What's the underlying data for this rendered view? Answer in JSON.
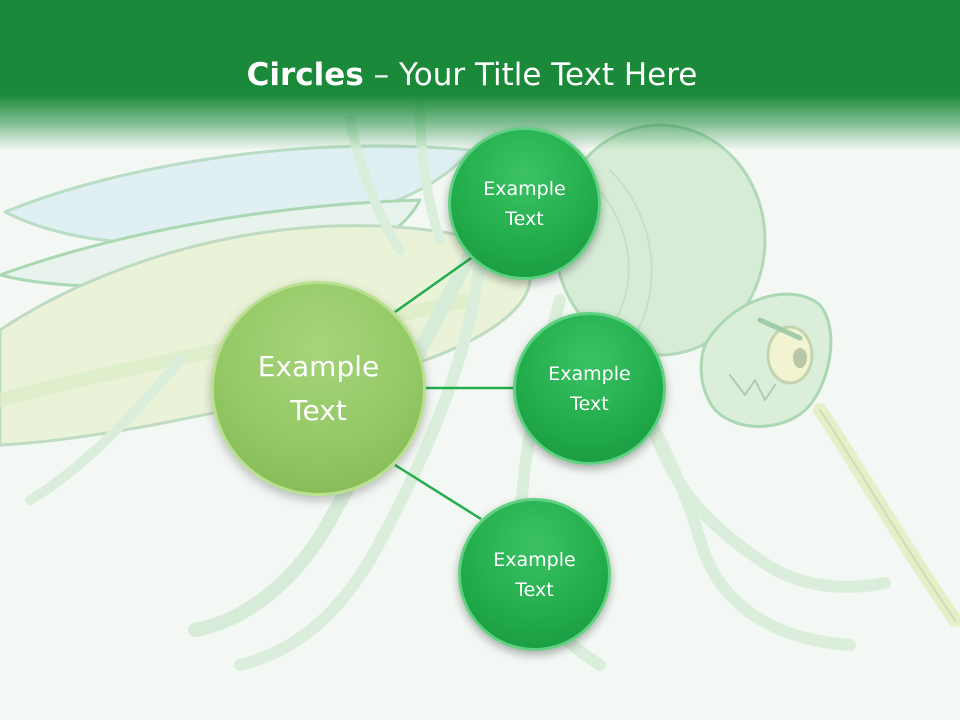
{
  "title": {
    "bold": "Circles",
    "rest": " – Your Title Text Here"
  },
  "center_node": {
    "line1": "Example",
    "line2": "Text"
  },
  "satellite_nodes": [
    {
      "line1": "Example",
      "line2": "Text"
    },
    {
      "line1": "Example",
      "line2": "Text"
    },
    {
      "line1": "Example",
      "line2": "Text"
    }
  ],
  "colors": {
    "header": "#1a8a3a",
    "center_node": "#94c865",
    "satellite_node": "#22ad4c",
    "connector": "#22ad4c",
    "background": "#f3f8f4"
  },
  "background_art": "mosquito-illustration"
}
